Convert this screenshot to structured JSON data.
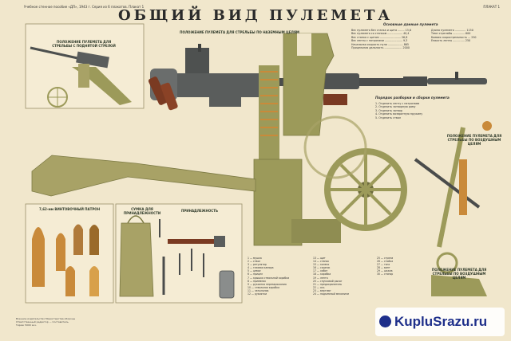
{
  "header": {
    "left_text": "Учебное стенное пособие «ДП», 1943 г. Серия из 6 плакатов. Плакат 1",
    "title": "ОБЩИЙ ВИД ПУЛЕМЕТА",
    "right_text": "ПЛАКАТ 1"
  },
  "captions": {
    "top_left": "ПОЛОЖЕНИЕ ПУЛЕМЕТА ДЛЯ СТРЕЛЬБЫ С ПОДНЯТОЙ СТРЕЛОЙ",
    "main": "ПОЛОЖЕНИЕ ПУЛЕМЕТА ДЛЯ СТРЕЛЬБЫ ПО НАЗЕМНЫМ ЦЕЛЯМ",
    "right": "ПОЛОЖЕНИЕ ПУЛЕМЕТА ДЛЯ СТРЕЛЬБЫ ПО ВОЗДУШНЫМ ЦЕЛЯМ",
    "right_bottom": "ПОЛОЖЕНИЕ ПУЛЕМЕТА ДЛЯ СТРЕЛЬБЫ ПО ВОЗДУШНЫМ ЦЕЛЯМ",
    "cartridge": "7,62-мм ВИНТОВОЧНЫЙ ПАТРОН",
    "bag": "СУМКА ДЛЯ ПРИНАДЛЕЖНОСТИ",
    "accessories": "ПРИНАДЛЕЖНОСТЬ"
  },
  "specs": {
    "title": "Основные данные пулемета",
    "left_lines": [
      "Вес пулемета без станка и щита  ........  13,6",
      "Вес пулемета со станком  ..................  40,4",
      "Вес станка с щитом  .........................  26,8",
      "Вес ленты с патронами  .....................  9,3",
      "Начальная скорость пули  ..................  865",
      "Прицельная дальность  .....................  2000"
    ],
    "right_lines": [
      "Длина пулемета  .............  1150",
      "Темп стрельбы  ..............  600",
      "Боевая скорострельность  ...  250",
      "Емкость ленты  ..............  250"
    ]
  },
  "procedure": {
    "title": "Порядок разборки и сборки пулемета",
    "lines": [
      "1. Отделить ленту с патронами",
      "2. Отделить затворную раму",
      "3. Отделить затвор",
      "4. Отделить возвратную пружину",
      "5. Отделить ствол"
    ]
  },
  "parts_col1": [
    "1 — мушка",
    "2 — ствол",
    "3 — регулятор",
    "4 — газовая камора",
    "5 — цевье",
    "6 — прицел",
    "7 — крышка ствольной коробки",
    "8 — приемник",
    "9 — рукоятка перезаряжания",
    "10 — ствольная коробка",
    "11 — затыльник",
    "12 — рукоятки"
  ],
  "parts_col2": [
    "13 — щит",
    "14 — станок",
    "15 — колесо",
    "16 — сошник",
    "17 — хобот",
    "18 — коробка",
    "19 — лента",
    "20 — спусковой рычаг",
    "21 — предохранитель",
    "22 — ось",
    "23 — вертлюг",
    "24 — подъемный механизм"
  ],
  "parts_col3": [
    "25 — стрела",
    "26 — стойка",
    "27 — тяга",
    "28 — винт",
    "29 — шкала",
    "30 — стопор"
  ],
  "footer_lines": [
    "Военное издательство Министерства обороны",
    "Ответственный редактор — Составитель",
    "Тираж 5000 экз."
  ],
  "watermark": {
    "text": "KupluSrazu.ru"
  },
  "colors": {
    "metal": "#5a5d5c",
    "olive": "#9c9a5a",
    "khaki": "#b4a878",
    "wood": "#7a3a22",
    "brass": "#c98a3a"
  }
}
